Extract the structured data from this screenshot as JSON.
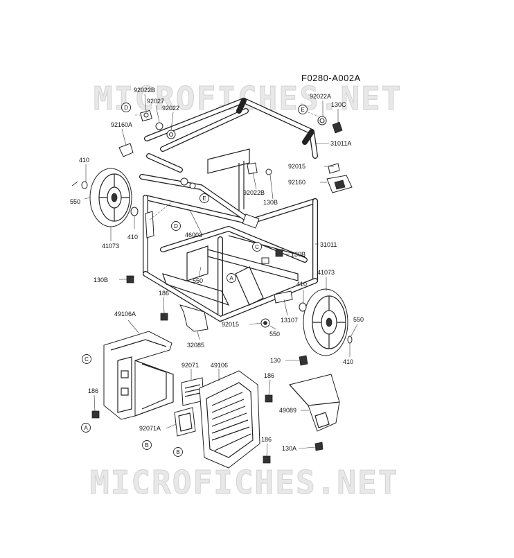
{
  "diagram_code": "F0280-A002A",
  "watermark": "MICROFICHES.NET",
  "part_labels": [
    {
      "id": "p1",
      "text": "92022B"
    },
    {
      "id": "p2",
      "text": "92027"
    },
    {
      "id": "p3",
      "text": "92022"
    },
    {
      "id": "p4",
      "text": "92160A"
    },
    {
      "id": "p5",
      "text": "92022A"
    },
    {
      "id": "p6",
      "text": "130C"
    },
    {
      "id": "p7",
      "text": "31011A"
    },
    {
      "id": "p8",
      "text": "410"
    },
    {
      "id": "p9",
      "text": "550"
    },
    {
      "id": "p10",
      "text": "92015"
    },
    {
      "id": "p11",
      "text": "92160"
    },
    {
      "id": "p12",
      "text": "92022B"
    },
    {
      "id": "p13",
      "text": "130B"
    },
    {
      "id": "p14",
      "text": "410"
    },
    {
      "id": "p15",
      "text": "46003"
    },
    {
      "id": "p16",
      "text": "41073"
    },
    {
      "id": "p17",
      "text": "31011"
    },
    {
      "id": "p18",
      "text": "130B"
    },
    {
      "id": "p19",
      "text": "130B"
    },
    {
      "id": "p20",
      "text": "550"
    },
    {
      "id": "p21",
      "text": "41073"
    },
    {
      "id": "p22",
      "text": "410"
    },
    {
      "id": "p23",
      "text": "186"
    },
    {
      "id": "p24",
      "text": "49106A"
    },
    {
      "id": "p25",
      "text": "92015"
    },
    {
      "id": "p26",
      "text": "13107"
    },
    {
      "id": "p27",
      "text": "550"
    },
    {
      "id": "p28",
      "text": "550"
    },
    {
      "id": "p29",
      "text": "32085"
    },
    {
      "id": "p30",
      "text": "410"
    },
    {
      "id": "p31",
      "text": "92071"
    },
    {
      "id": "p32",
      "text": "49106"
    },
    {
      "id": "p33",
      "text": "130"
    },
    {
      "id": "p34",
      "text": "186"
    },
    {
      "id": "p35",
      "text": "186"
    },
    {
      "id": "p36",
      "text": "49089"
    },
    {
      "id": "p37",
      "text": "92071A"
    },
    {
      "id": "p38",
      "text": "186"
    },
    {
      "id": "p39",
      "text": "130A"
    }
  ],
  "ref_markers": [
    {
      "id": "r1",
      "text": "D"
    },
    {
      "id": "r2",
      "text": "E"
    },
    {
      "id": "r3",
      "text": "E"
    },
    {
      "id": "r4",
      "text": "D"
    },
    {
      "id": "r5",
      "text": "C"
    },
    {
      "id": "r6",
      "text": "A"
    },
    {
      "id": "r7",
      "text": "C"
    },
    {
      "id": "r8",
      "text": "A"
    },
    {
      "id": "r9",
      "text": "B"
    },
    {
      "id": "r10",
      "text": "B"
    }
  ]
}
